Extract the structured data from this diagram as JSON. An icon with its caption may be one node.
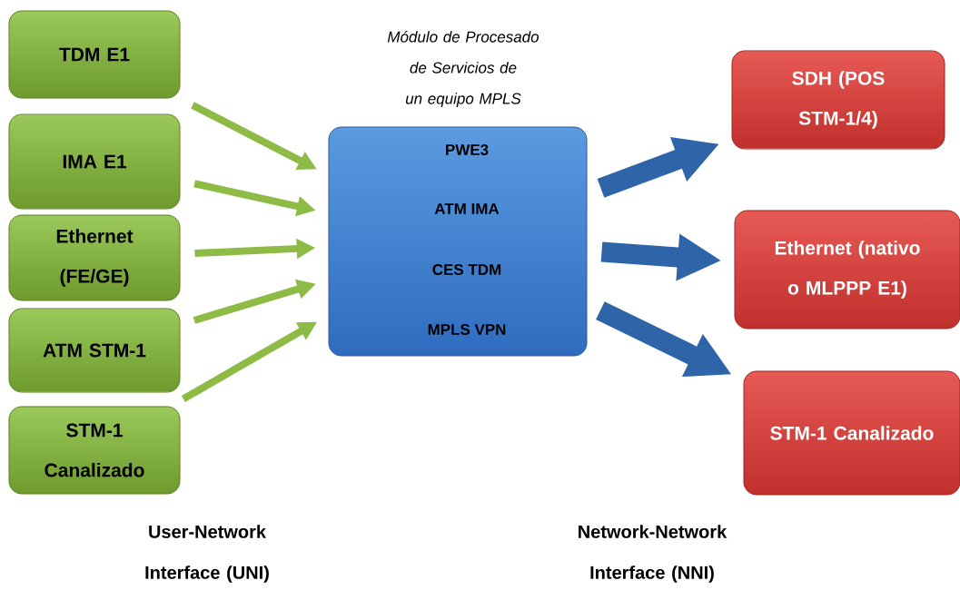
{
  "diagram": {
    "nodes": [
      {
        "text": [
          "TDM E1"
        ]
      },
      {
        "text": [
          "IMA E1"
        ]
      },
      {
        "text": [
          "Ethernet (FE/GE)"
        ]
      },
      {
        "text": [
          "ATM STM-1"
        ]
      },
      {
        "text": [
          "STM-1 Canalizado"
        ]
      },
      {
        "text": [
          "Módulo de Procesado de Servicios de un equipo MPLS",
          "PWE3",
          "ATM IMA",
          "CES TDM",
          "MPLS VPN"
        ]
      },
      {
        "text": [
          "SDH (POS STM-1/4)"
        ]
      },
      {
        "text": [
          "Ethernet (nativo o MLPPP E1)"
        ]
      },
      {
        "text": [
          "STM-1 Canalizado"
        ]
      }
    ],
    "edges": [
      {
        "from": 0,
        "to": 5,
        "arrow": "to"
      },
      {
        "from": 1,
        "to": 5,
        "arrow": "to"
      },
      {
        "from": 2,
        "to": 5,
        "arrow": "to"
      },
      {
        "from": 3,
        "to": 5,
        "arrow": "to"
      },
      {
        "from": 4,
        "to": 5,
        "arrow": "to"
      },
      {
        "from": 5,
        "to": 6,
        "arrow": "to",
        "style": "thick",
        "color": "#2e64a8"
      },
      {
        "from": 5,
        "to": 7,
        "arrow": "to",
        "style": "thick",
        "color": "#2e64a8"
      },
      {
        "from": 5,
        "to": 8,
        "arrow": "to",
        "style": "thick",
        "color": "#2e64a8"
      }
    ],
    "labels": [
      "User-Network Interface (UNI)",
      "Network-Network Interface (NNI)"
    ]
  }
}
